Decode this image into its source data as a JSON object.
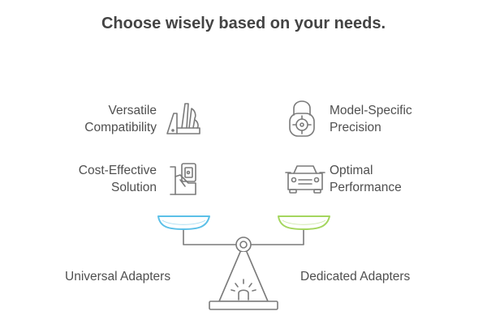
{
  "title": "Choose wisely based on your needs.",
  "left": {
    "features": [
      {
        "line1": "Versatile",
        "line2": "Compatibility",
        "icon": "multitool-icon"
      },
      {
        "line1": "Cost-Effective",
        "line2": "Solution",
        "icon": "money-hand-icon"
      }
    ],
    "option": "Universal Adapters",
    "pan_color": "#5bc0e8"
  },
  "right": {
    "features": [
      {
        "line1": "Model-Specific",
        "line2": "Precision",
        "icon": "target-lock-icon"
      },
      {
        "line1": "Optimal",
        "line2": "Performance",
        "icon": "car-icon"
      }
    ],
    "option": "Dedicated Adapters",
    "pan_color": "#a4d65e"
  },
  "line_color": "#7a7a7a"
}
